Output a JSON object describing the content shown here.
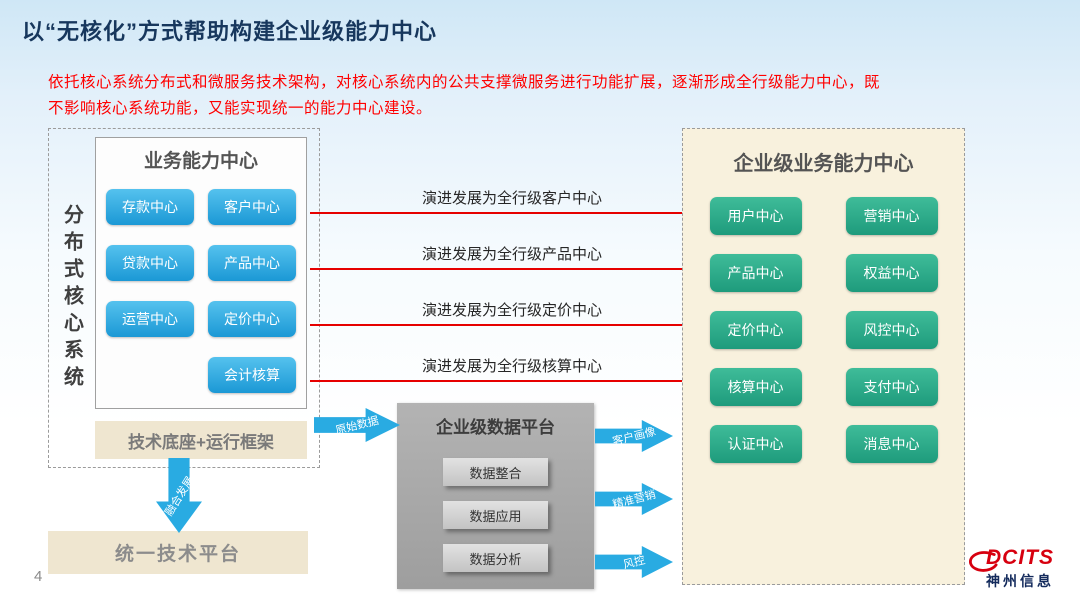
{
  "slide": {
    "title": "以“无核化”方式帮助构建企业级能力中心",
    "subtitle": "依托核心系统分布式和微服务技术架构，对核心系统内的公共支撑微服务进行功能扩展，逐渐形成全行级能力中心，既不影响核心系统功能，又能实现统一的能力中心建设。"
  },
  "left_panel": {
    "vertical_label": "分布式核心系统",
    "business_center": {
      "title": "业务能力中心",
      "buttons": [
        "存款中心",
        "客户中心",
        "贷款中心",
        "产品中心",
        "运营中心",
        "定价中心",
        "会计核算"
      ]
    },
    "tech_base_label": "技术底座+运行框架",
    "fusion_arrow_label": "融合发展",
    "unified_platform_label": "统一技术平台"
  },
  "evolution_arrows": {
    "labels": [
      "演进发展为全行级客户中心",
      "演进发展为全行级产品中心",
      "演进发展为全行级定价中心",
      "演进发展为全行级核算中心"
    ]
  },
  "data_platform": {
    "title": "企业级数据平台",
    "items": [
      "数据整合",
      "数据应用",
      "数据分析"
    ],
    "input_arrow_label": "原始数据",
    "output_arrow_labels": [
      "客户画像",
      "精准营销",
      "风控"
    ]
  },
  "enterprise_panel": {
    "title": "企业级业务能力中心",
    "buttons": [
      "用户中心",
      "营销中心",
      "产品中心",
      "权益中心",
      "定价中心",
      "风控中心",
      "核算中心",
      "支付中心",
      "认证中心",
      "消息中心"
    ]
  },
  "footer": {
    "page_number": "4",
    "logo_brand": "DCITS",
    "logo_company": "神州信息"
  },
  "colors": {
    "title_navy": "#17375D",
    "subtitle_red": "#FF0000",
    "button_blue": "#29ABE2",
    "button_green": "#27A27F",
    "arrow_blue": "#29ABE2",
    "arrow_red": "#E60000",
    "beige_bar": "#EFE6D0",
    "panel_cream": "#F8F1DD",
    "data_platform_gray": "#A9A9A9",
    "brand_red": "#D7000F"
  }
}
